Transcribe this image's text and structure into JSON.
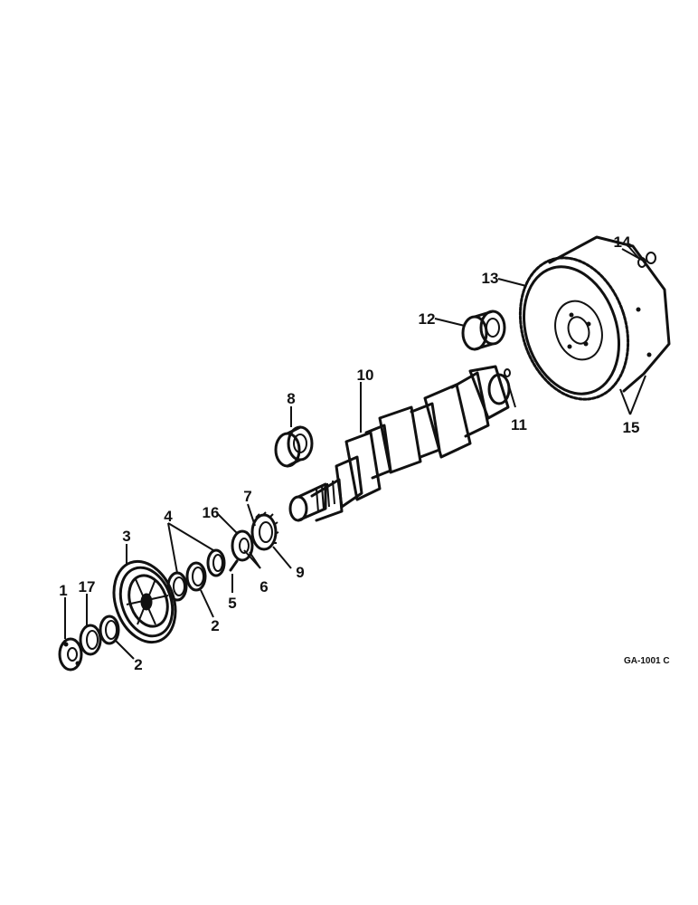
{
  "callouts": {
    "c1": "1",
    "c17": "17",
    "c2a": "2",
    "c3": "3",
    "c2b": "2",
    "c4": "4",
    "c5": "5",
    "c6": "6",
    "c16": "16",
    "c7": "7",
    "c9": "9",
    "c8": "8",
    "c10": "10",
    "c11": "11",
    "c12": "12",
    "c13": "13",
    "c14": "14",
    "c15": "15"
  },
  "reference_code": "GA-1001 C"
}
